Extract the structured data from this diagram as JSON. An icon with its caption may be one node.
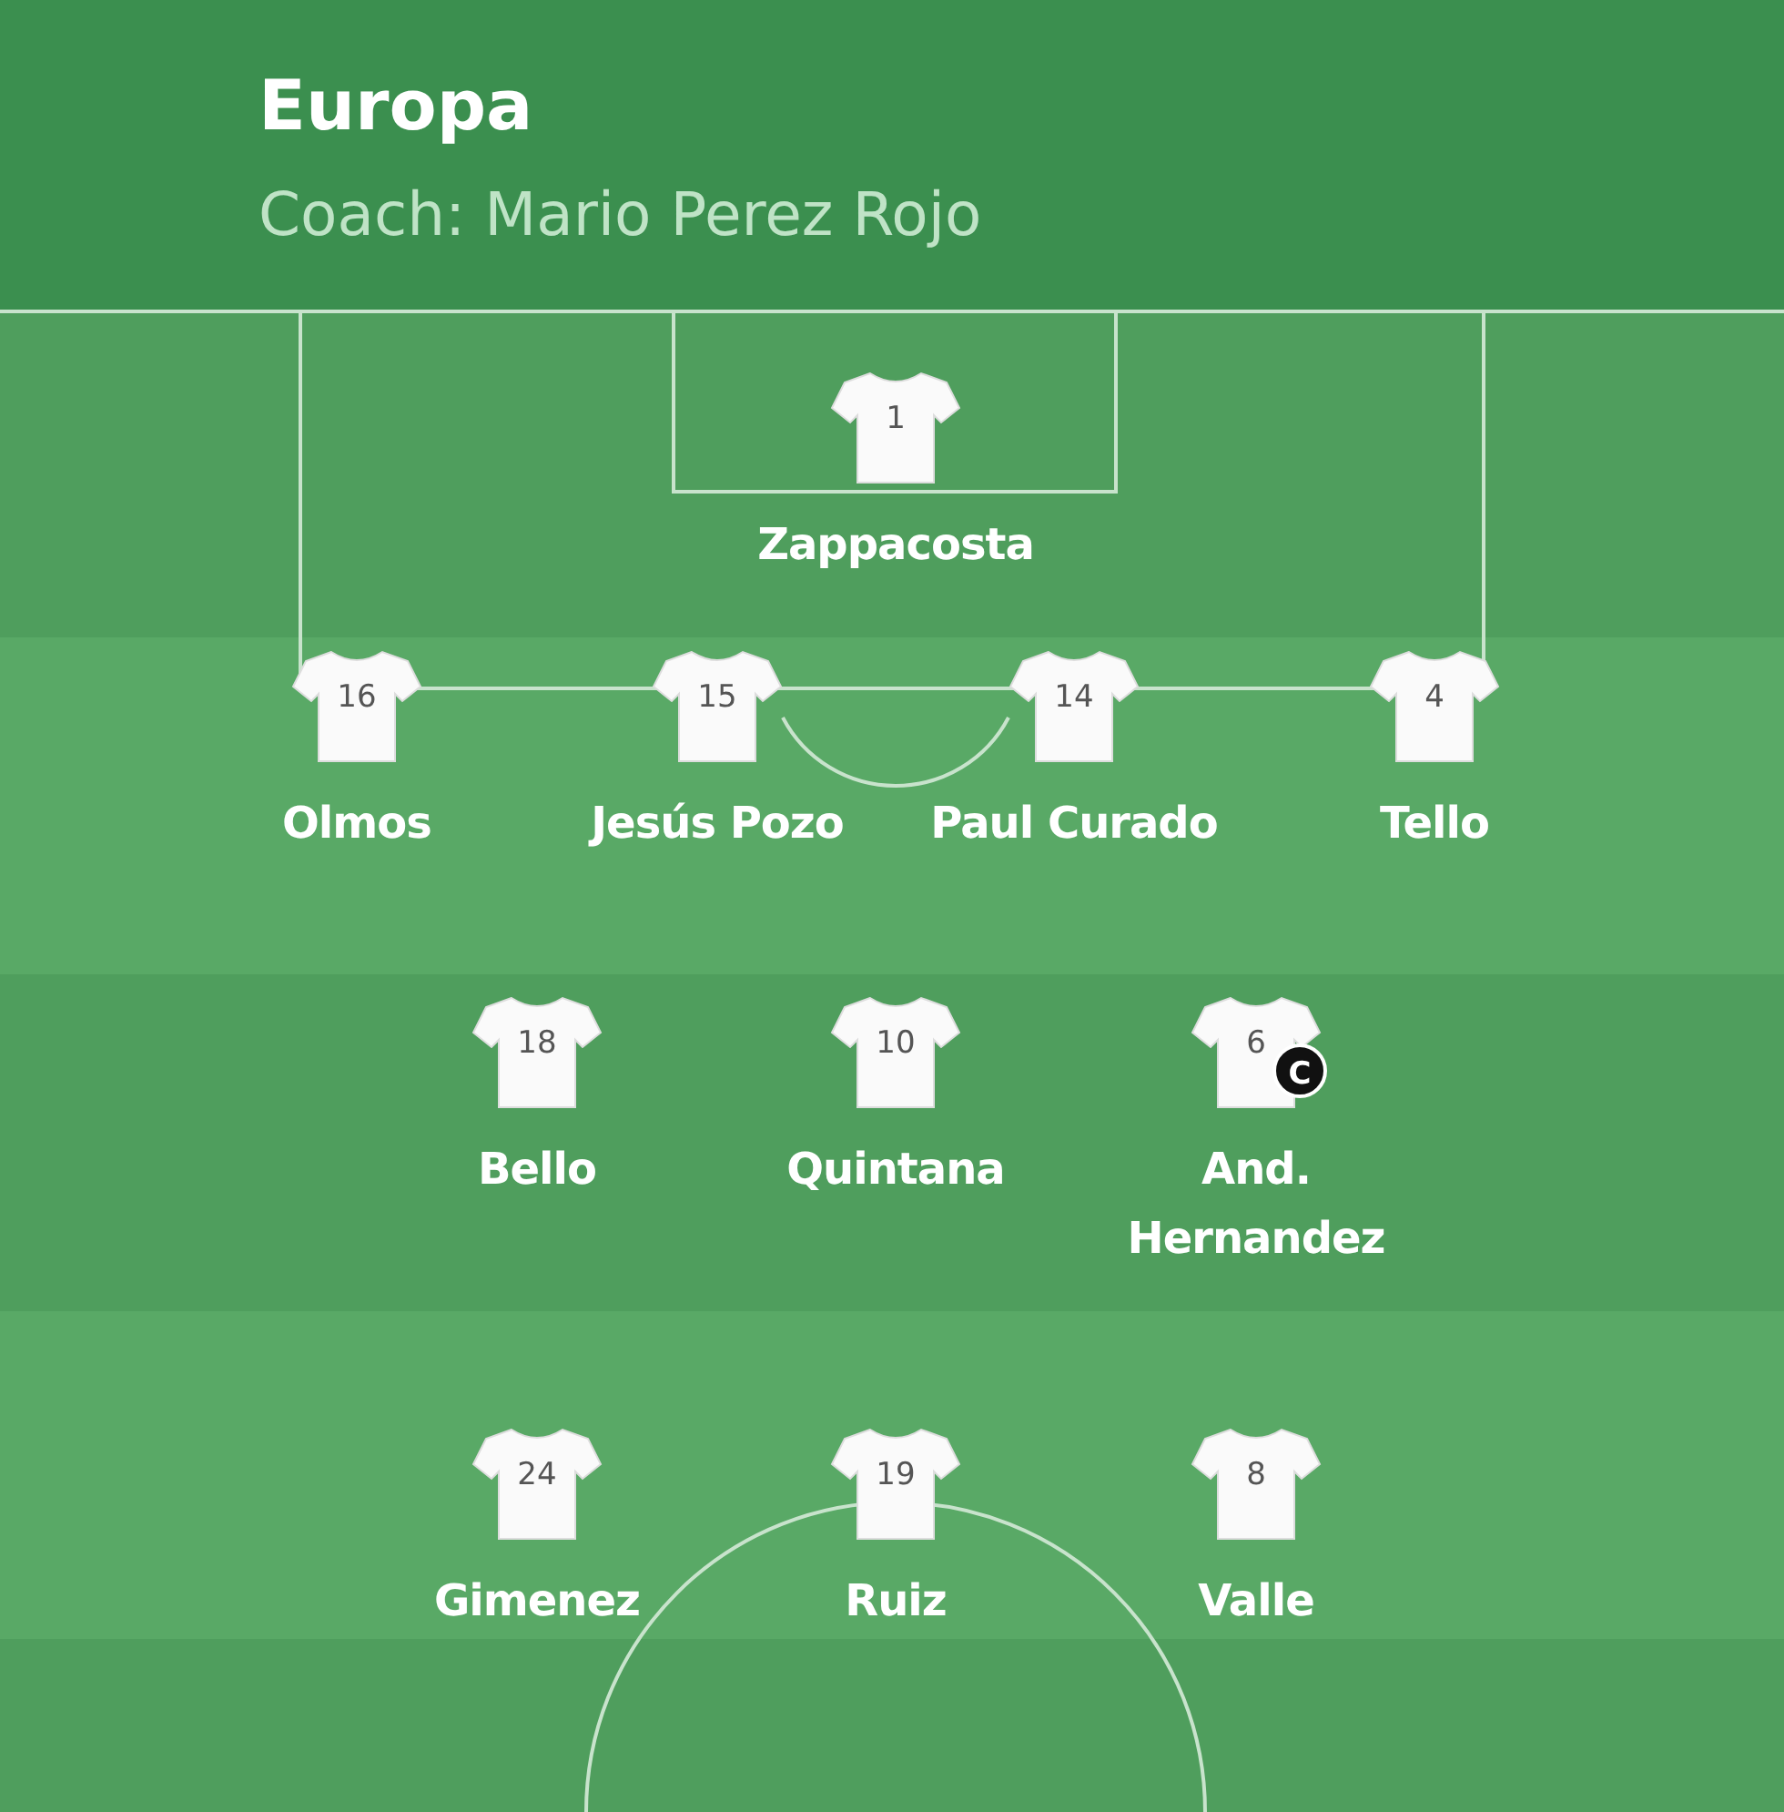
{
  "diagram": {
    "title": "Europa",
    "nodes": [
      {
        "text": [
          "1"
        ],
        "beside": [
          "Zappacosta"
        ]
      },
      {
        "text": [
          "16"
        ],
        "beside": [
          "Olmos"
        ]
      },
      {
        "text": [
          "15"
        ],
        "beside": [
          "Jesús Pozo"
        ]
      },
      {
        "text": [
          "14"
        ],
        "beside": [
          "Paul Curado"
        ]
      },
      {
        "text": [
          "4"
        ],
        "beside": [
          "Tello"
        ]
      },
      {
        "text": [
          "18"
        ],
        "beside": [
          "Bello"
        ]
      },
      {
        "text": [
          "10"
        ],
        "beside": [
          "Quintana"
        ]
      },
      {
        "text": [
          "6"
        ],
        "beside": [
          "And. Hernandez"
        ]
      },
      {
        "text": [
          "24"
        ],
        "beside": [
          "Gimenez"
        ]
      },
      {
        "text": [
          "19"
        ],
        "beside": [
          "Ruiz"
        ]
      },
      {
        "text": [
          "8"
        ],
        "beside": [
          "Valle"
        ]
      }
    ],
    "edges": [],
    "labels": [
      "Coach: Mario Perez Rojo",
      "C"
    ]
  }
}
